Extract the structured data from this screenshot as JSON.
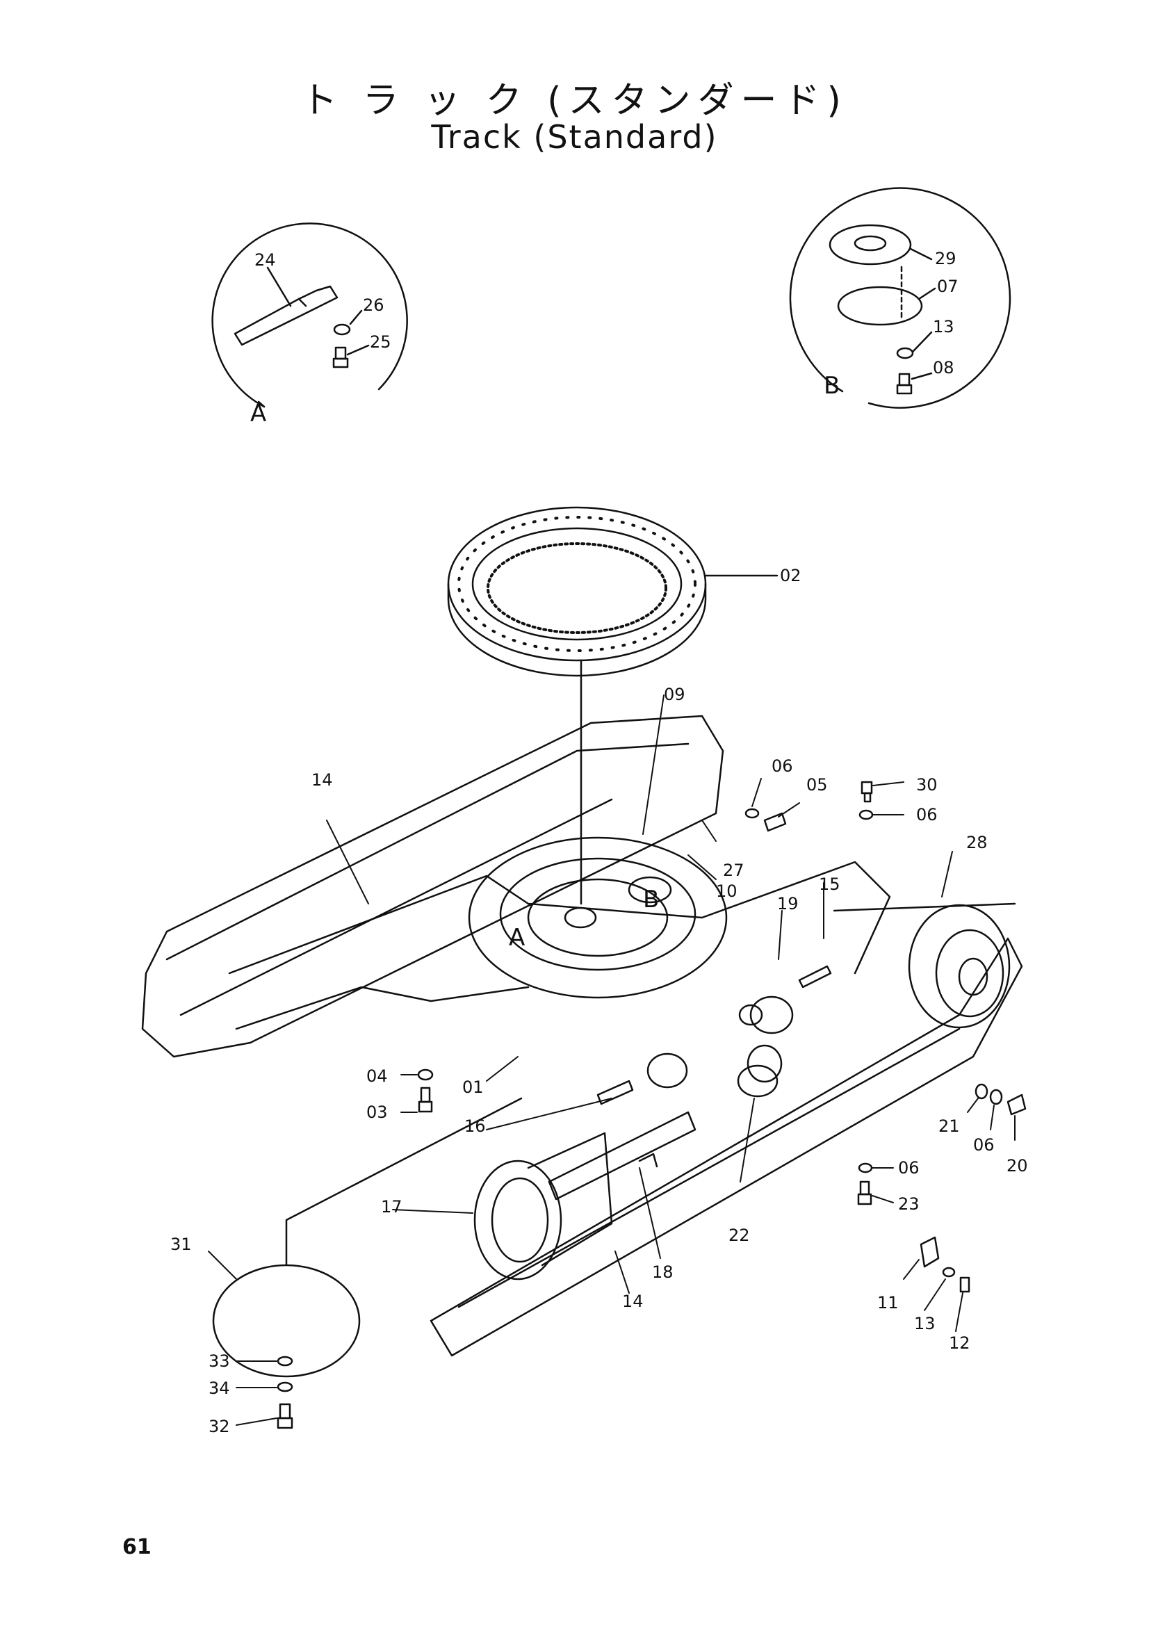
{
  "title": {
    "japanese": "ト ラ ッ ク (スタンダード)",
    "english": "Track (Standard)"
  },
  "page_number": "61",
  "detail_views": [
    {
      "label": "A",
      "parts": [
        "24",
        "26",
        "25"
      ]
    },
    {
      "label": "B",
      "parts": [
        "29",
        "07",
        "13",
        "08"
      ]
    }
  ],
  "main_view": {
    "callout_A": "A",
    "callout_B": "B"
  },
  "part_callouts": [
    "02",
    "09",
    "14",
    "06",
    "05",
    "30",
    "06",
    "28",
    "27",
    "10",
    "15",
    "19",
    "04",
    "01",
    "03",
    "16",
    "21",
    "06",
    "20",
    "06",
    "23",
    "17",
    "22",
    "18",
    "14",
    "11",
    "13",
    "12",
    "31",
    "33",
    "34",
    "32"
  ]
}
